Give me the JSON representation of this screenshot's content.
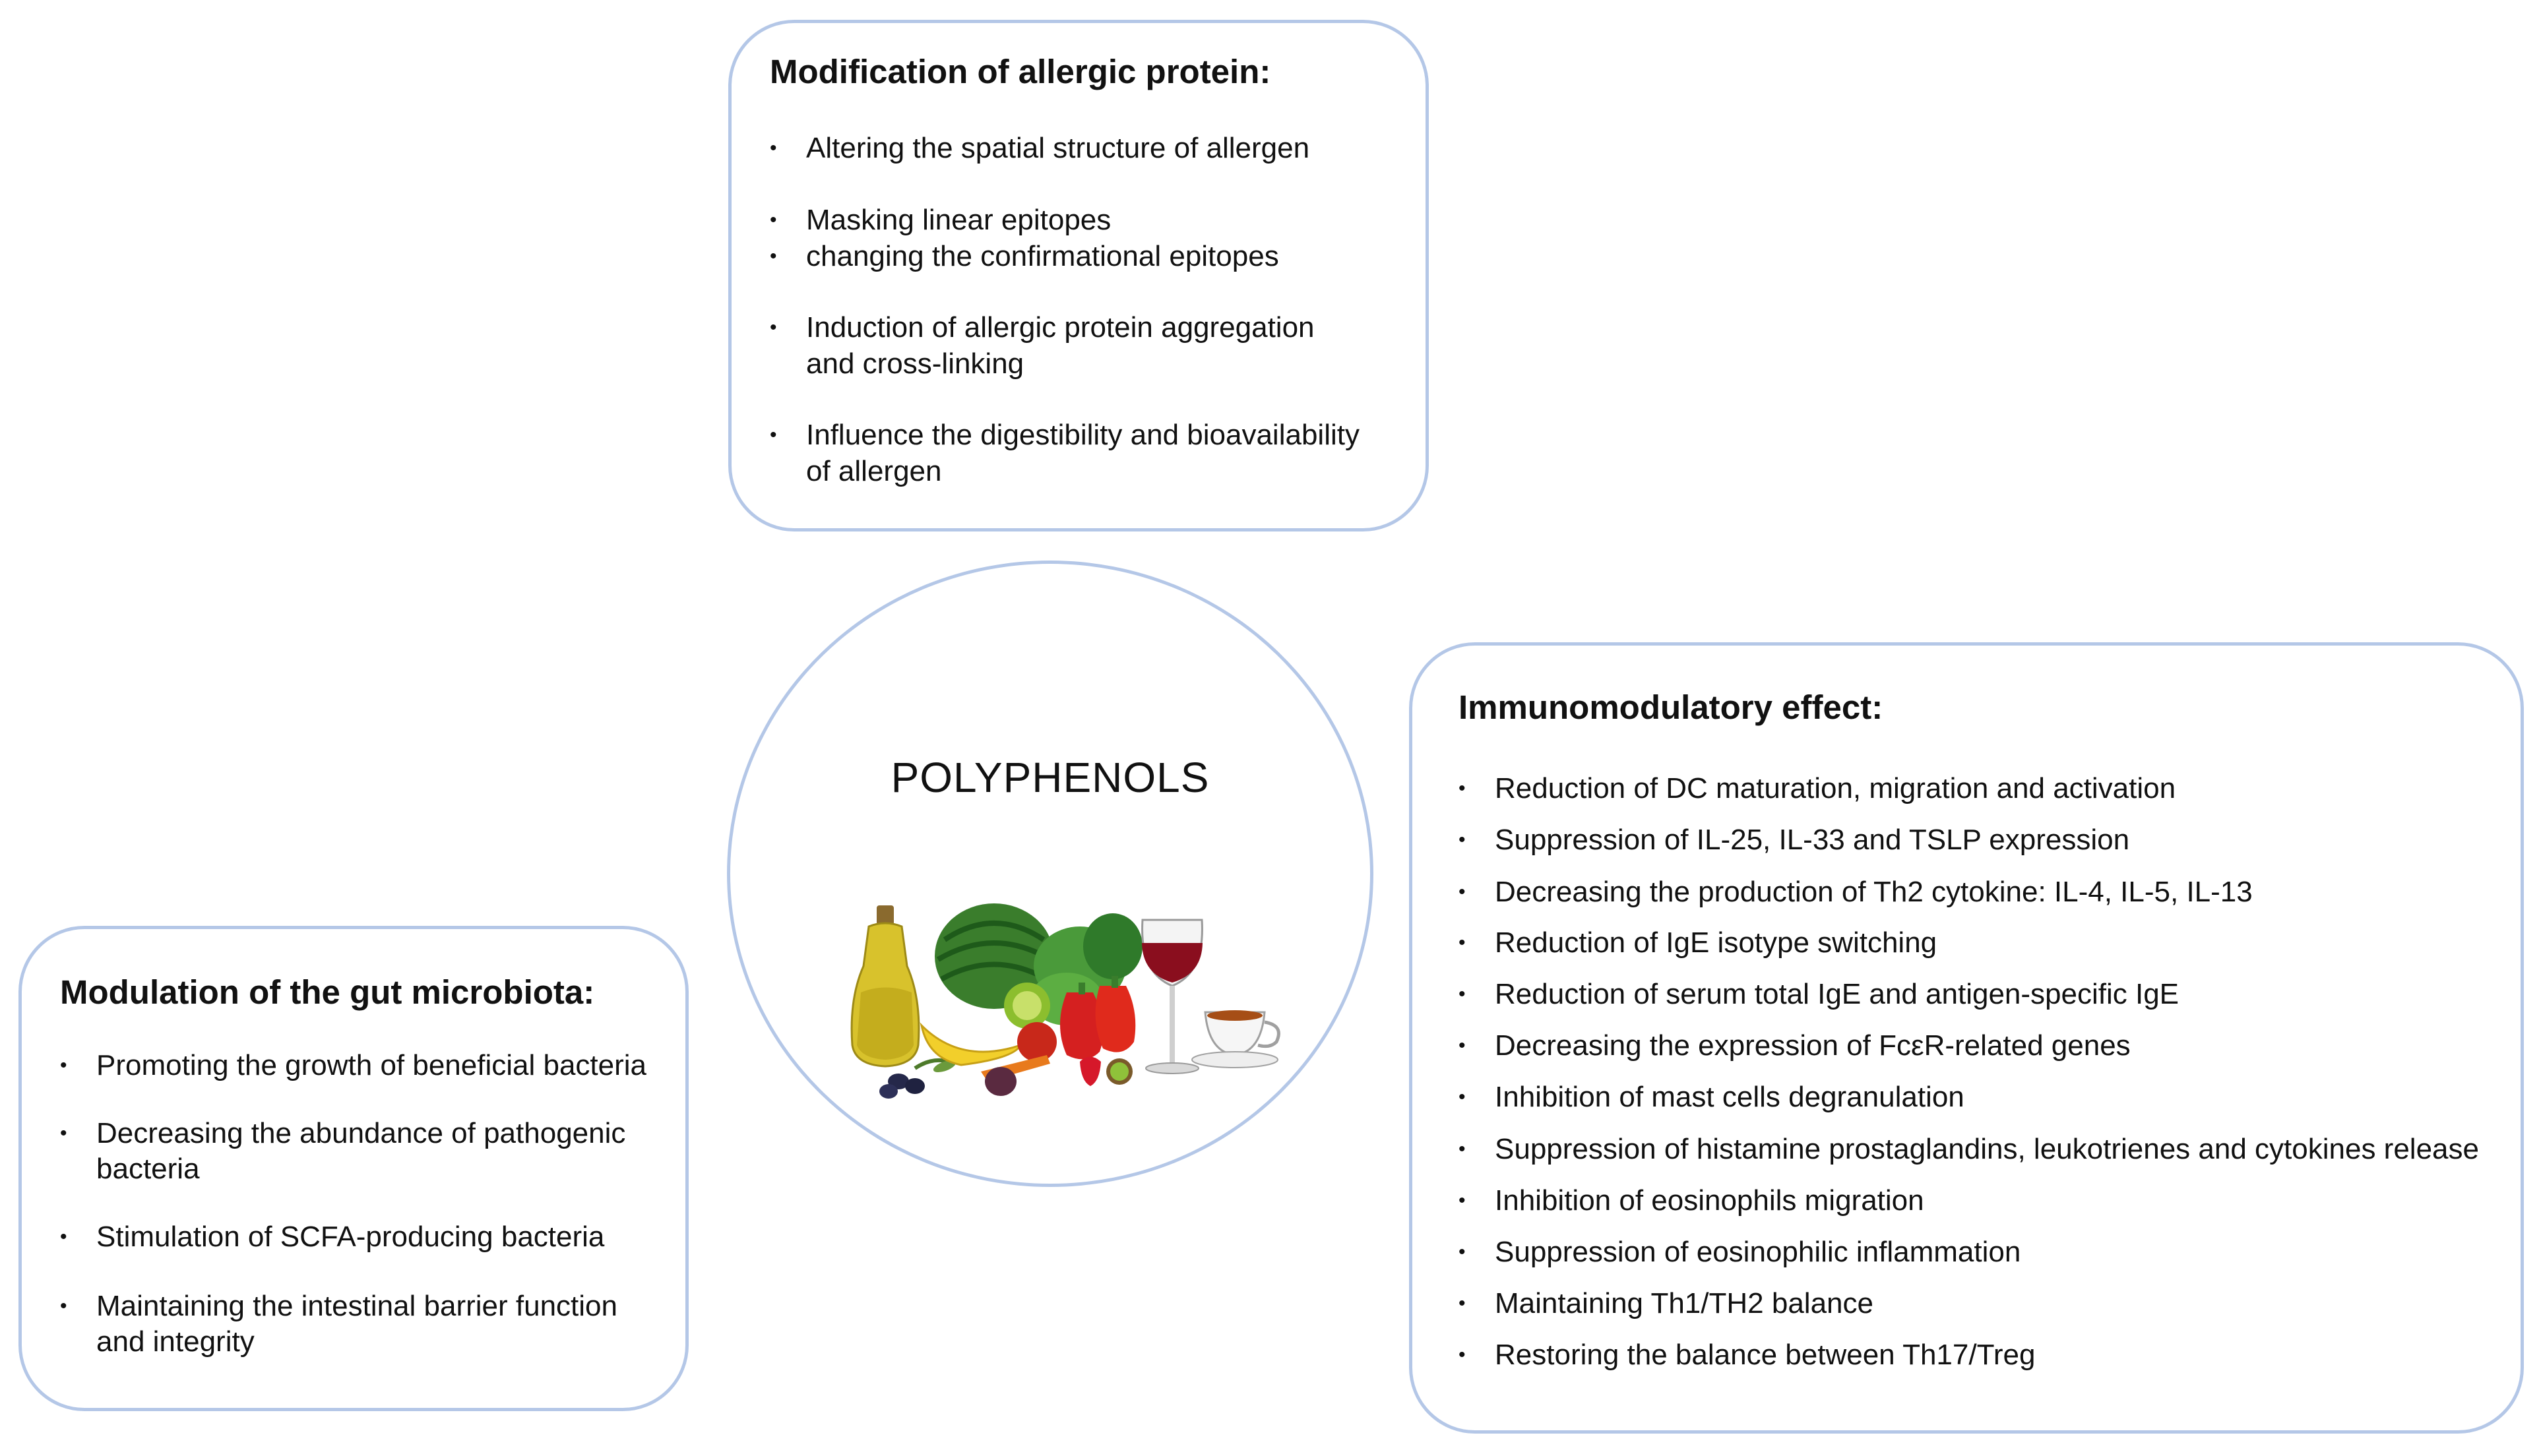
{
  "center": {
    "title": "POLYPHENOLS",
    "illustration_icon": "fruits-vegetables-olive-oil-wine-tea-icon"
  },
  "top_box": {
    "title": "Modification of allergic protein:",
    "items": [
      "Altering the spatial structure of allergen",
      "Masking linear epitopes",
      "changing the confirmational epitopes",
      "Induction of allergic protein aggregation",
      "and cross-linking",
      "Influence the digestibility and bioavailability",
      "of allergen"
    ]
  },
  "left_box": {
    "title": "Modulation of the gut microbiota:",
    "items": [
      "Promoting the growth of beneficial bacteria",
      "Decreasing the abundance of pathogenic",
      "bacteria",
      "Stimulation of SCFA-producing bacteria",
      "Maintaining the intestinal barrier function",
      "and integrity"
    ]
  },
  "right_box": {
    "title": "Immunomodulatory effect:",
    "items": [
      "Reduction of DC maturation, migration and activation",
      "Suppression of IL-25, IL-33 and TSLP expression",
      "Decreasing the production of Th2 cytokine: IL-4, IL-5, IL-13",
      "Reduction of IgE isotype switching",
      "Reduction of serum total IgE and antigen-specific IgE",
      "Decreasing the expression of FcεR-related genes",
      "Inhibition of mast cells degranulation",
      "Suppression of histamine prostaglandins, leukotrienes and cytokines release",
      "Inhibition of eosinophils migration",
      "Suppression of eosinophilic inflammation",
      "Maintaining Th1/TH2 balance",
      "Restoring the balance between Th17/Treg"
    ]
  },
  "colors": {
    "border": "#b4c7e7",
    "text": "#111111"
  }
}
